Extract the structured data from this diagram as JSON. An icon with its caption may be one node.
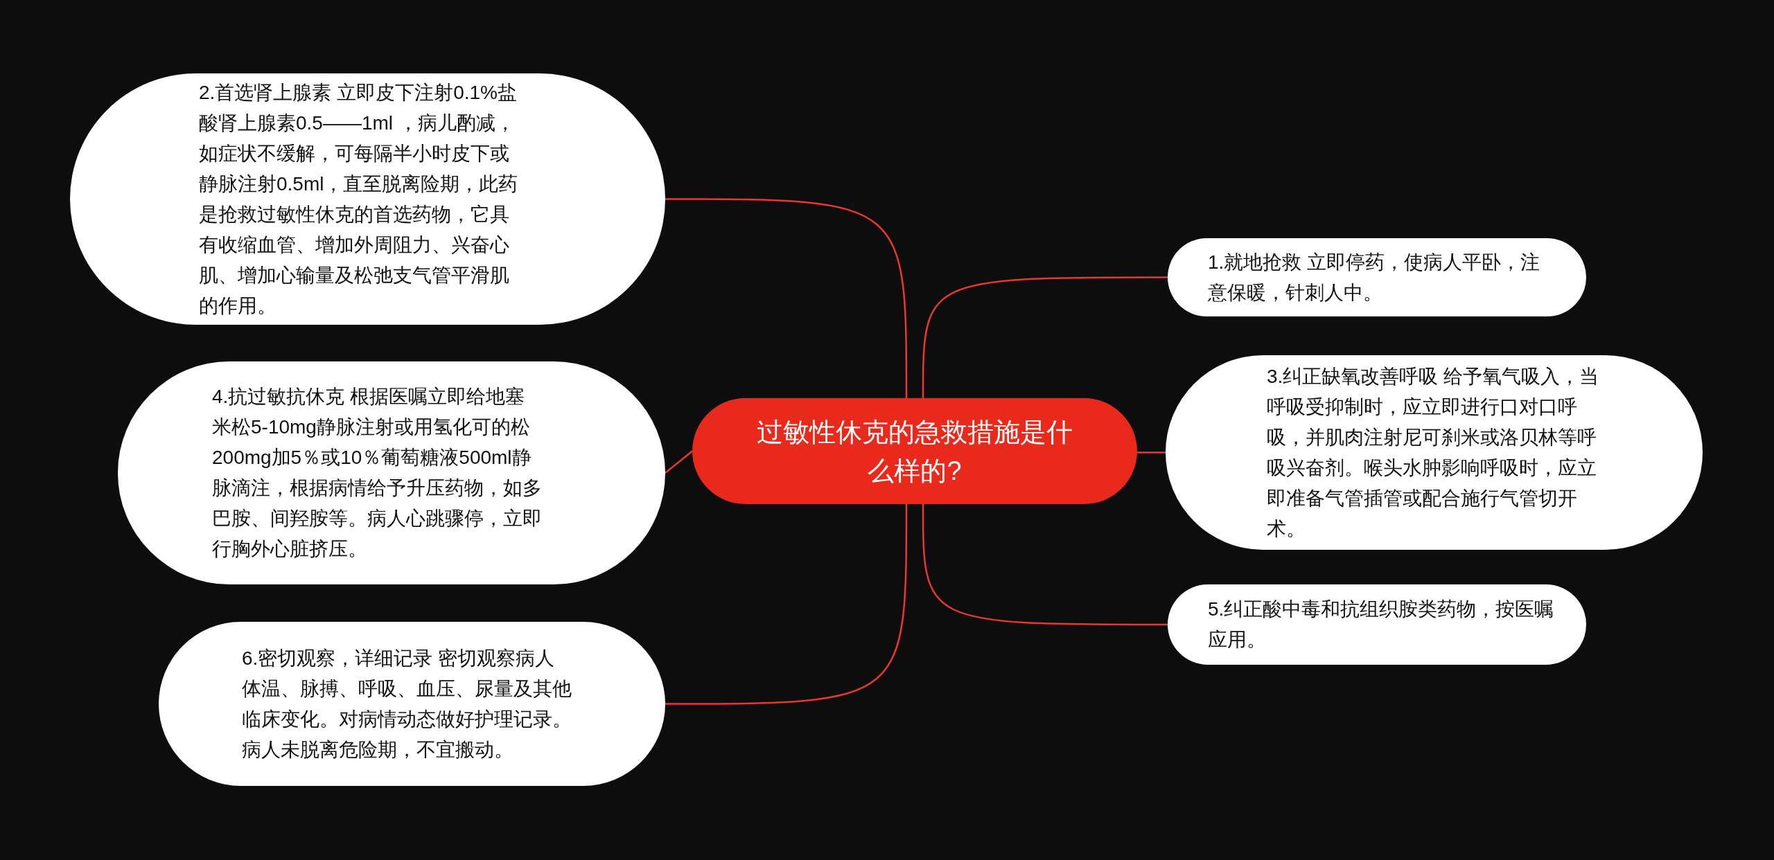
{
  "diagram": {
    "nodes": [
      {
        "text": [
          "过敏性休克的急救措施是什么样的?"
        ]
      },
      {
        "text": [
          "1.就地抢救 立即停药，使病人平卧，注意保暖，针刺人中。"
        ]
      },
      {
        "text": [
          "2.首选肾上腺素 立即皮下注射0.1%盐酸肾上腺素0.5——1ml ，病儿酌减，如症状不缓解，可每隔半小时皮下或静脉注射0.5ml，直至脱离险期，此药是抢救过敏性休克的首选药物，它具有收缩血管、增加外周阻力、兴奋心肌、增加心输量及松弛支气管平滑肌的作用。"
        ]
      },
      {
        "text": [
          "3.纠正缺氧改善呼吸 给予氧气吸入，当呼吸受抑制时，应立即进行口对口呼吸，并肌肉注射尼可刹米或洛贝林等呼吸兴奋剂。喉头水肿影响呼吸时，应立即准备气管插管或配合施行气管切开术。"
        ]
      },
      {
        "text": [
          "4.抗过敏抗休克 根据医嘱立即给地塞米松5-10mg静脉注射或用氢化可的松200mg加5％或10％葡萄糖液500ml静脉滴注，根据病情给予升压药物，如多巴胺、间羟胺等。病人心跳骤停，立即行胸外心脏挤压。"
        ]
      },
      {
        "text": [
          "5.纠正酸中毒和抗组织胺类药物，按医嘱应用。"
        ]
      },
      {
        "text": [
          "6.密切观察，详细记录 密切观察病人体温、脉搏、呼吸、血压、尿量及其他临床变化。对病情动态做好护理记录。病人未脱离危险期，不宜搬动。"
        ]
      }
    ],
    "edges": [
      {
        "from": 0,
        "to": 1,
        "arrow": "none"
      },
      {
        "from": 0,
        "to": 2,
        "arrow": "none"
      },
      {
        "from": 0,
        "to": 3,
        "arrow": "none"
      },
      {
        "from": 0,
        "to": 4,
        "arrow": "none"
      },
      {
        "from": 0,
        "to": 5,
        "arrow": "none"
      },
      {
        "from": 0,
        "to": 6,
        "arrow": "none"
      }
    ]
  }
}
